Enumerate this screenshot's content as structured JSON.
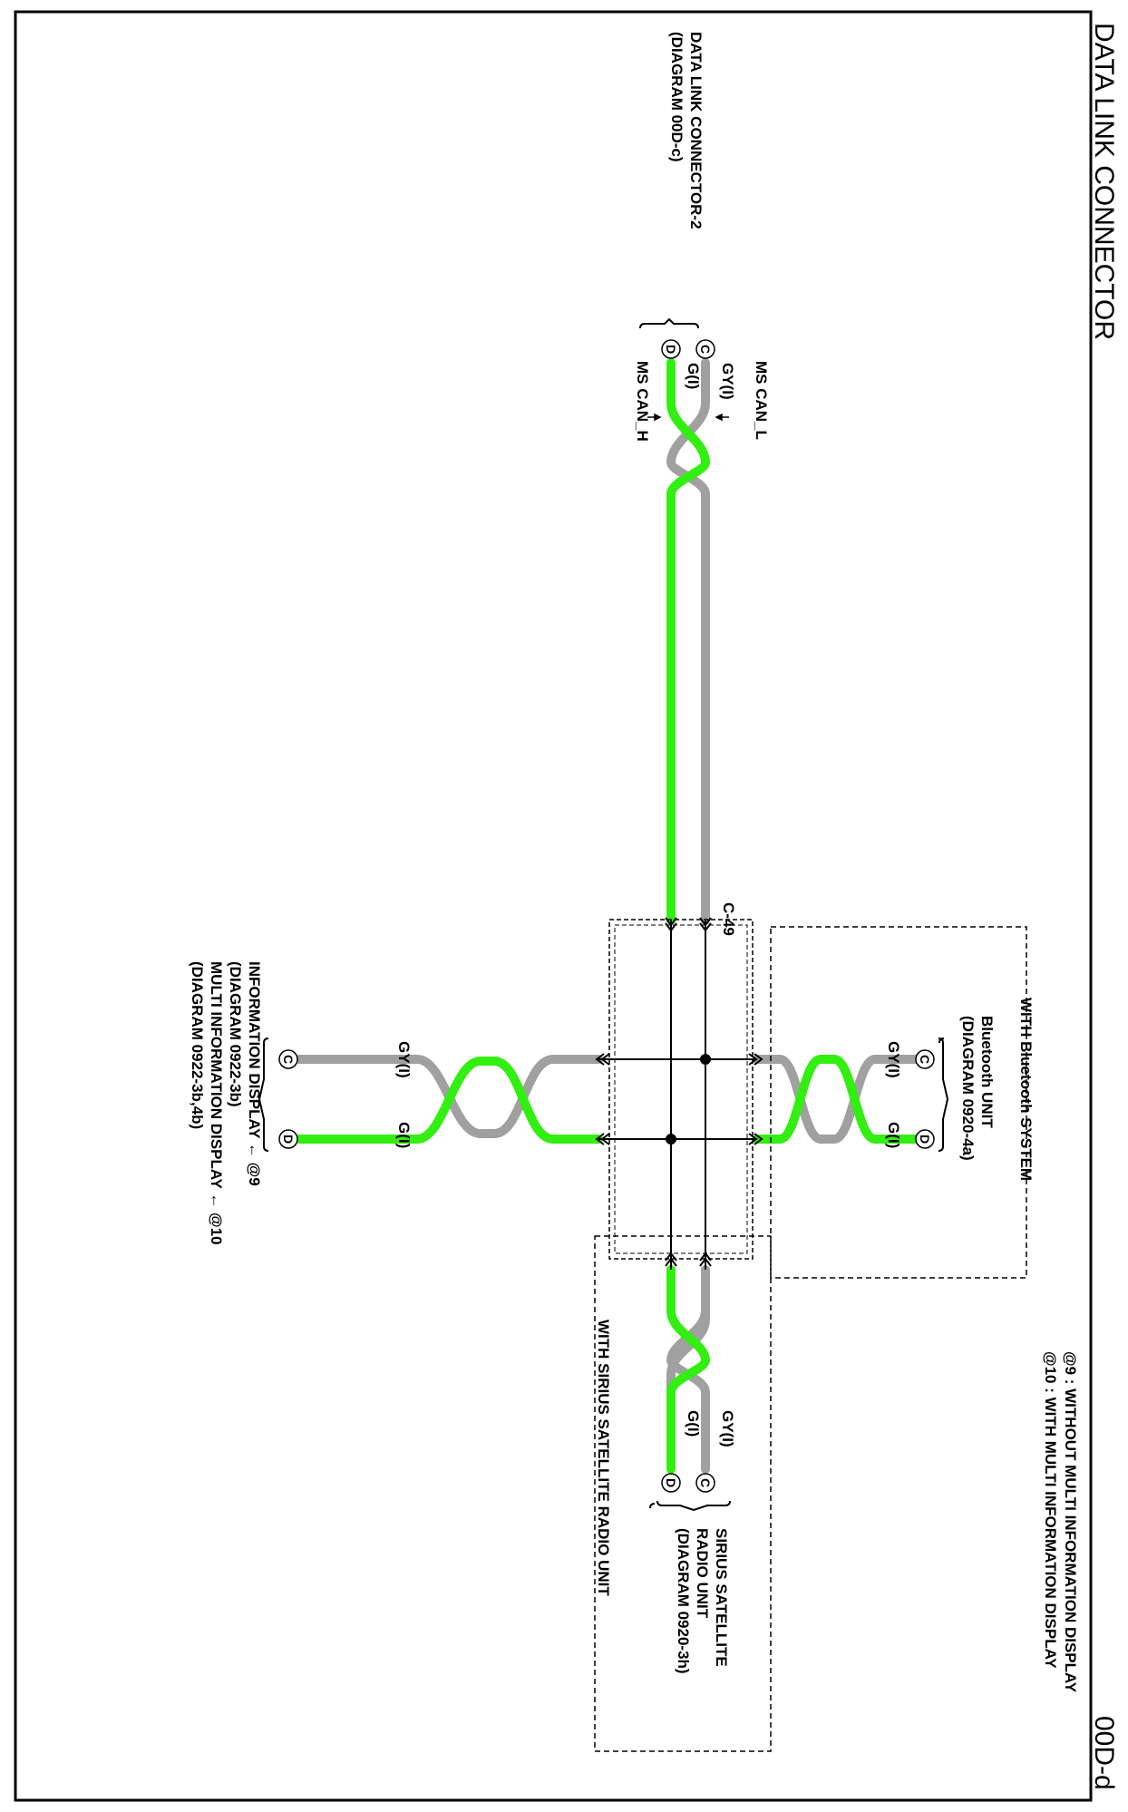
{
  "page": {
    "title": "DATA LINK CONNECTOR",
    "code": "00D-d"
  },
  "colors": {
    "gy_wire": "#a0a0a0",
    "g_wire": "#33ee11",
    "line": "#000000",
    "background": "#ffffff"
  },
  "notes": [
    "@9 : WITHOUT MULTI INFORMATION DISPLAY",
    "@10 : WITH MULTI INFORMATION DISPLAY"
  ],
  "junction": {
    "label": "C-49"
  },
  "signals": {
    "can_l": "MS CAN_L",
    "can_h": "MS CAN_H"
  },
  "wires": {
    "gy": "GY(I)",
    "g": "G(I)"
  },
  "pins": {
    "c": "C",
    "d": "D"
  },
  "components": {
    "dlc2": {
      "name": "DATA LINK CONNECTOR-2",
      "diagram": "(DIAGRAM 00D-c)"
    },
    "bluetooth": {
      "name": "Bluetooth UNIT",
      "diagram": "(DIAGRAM 0920-4a)",
      "option": "WITH Bluetooth SYSTEM"
    },
    "info": {
      "line1": "INFORMATION DISPLAY ← @9",
      "line2": "(DIAGRAM 0922-3b)",
      "line3": "MULTI INFORMATION DISPLAY ← @10",
      "line4": "(DIAGRAM 0922-3b,4b)"
    },
    "sirius": {
      "line1": "SIRIUS SATELLITE",
      "line2": "RADIO UNIT",
      "line3": "(DIAGRAM 0920-3h)",
      "option": "WITH SIRIUS SATELLITE RADIO UNIT"
    }
  }
}
